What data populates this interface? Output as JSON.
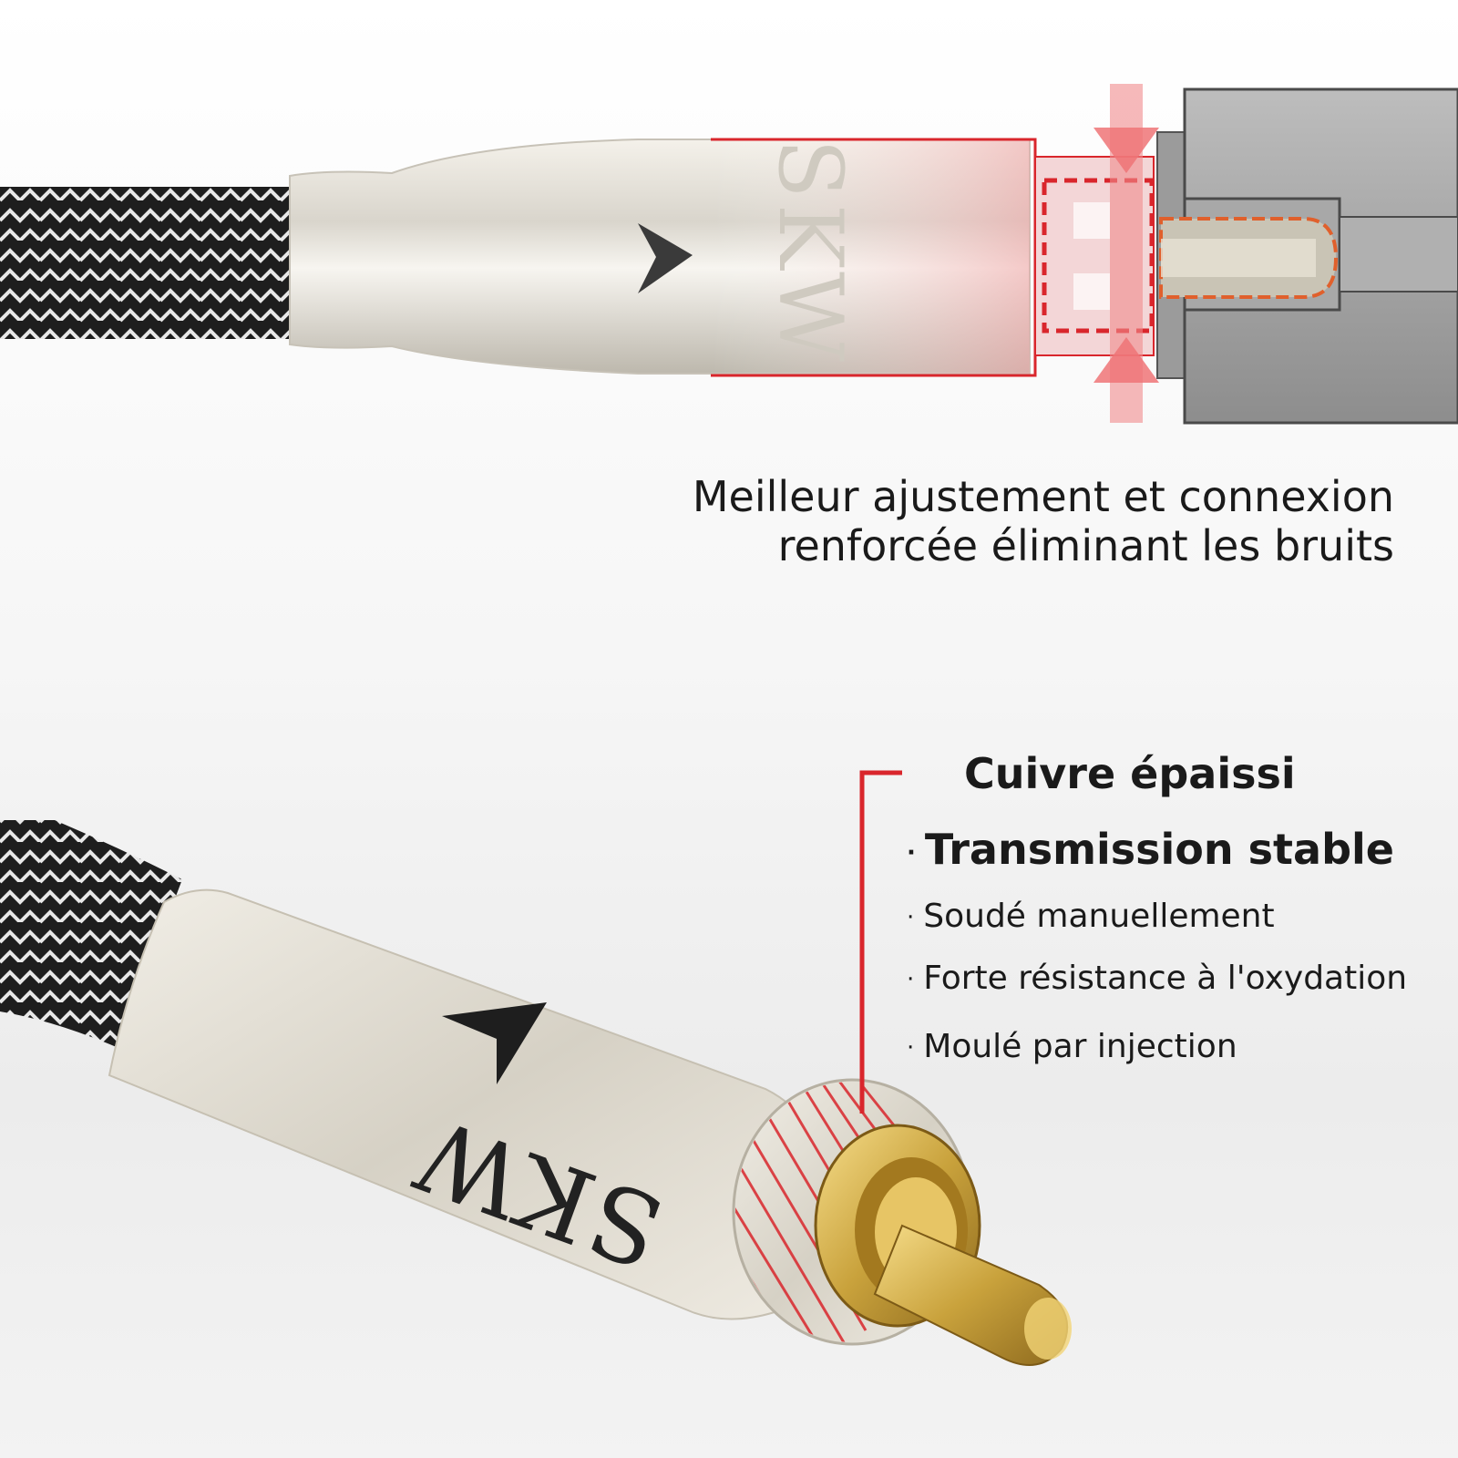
{
  "top_section": {
    "brand_logo": "SKW",
    "caption_line_1": "Meilleur ajustement et connexion",
    "caption_line_2": "renforcée éliminant les bruits"
  },
  "bottom_section": {
    "brand_logo": "SKW",
    "feature_title": "Cuivre épaissi",
    "features": [
      "Transmission stable",
      "Soudé manuellement",
      "Forte résistance à l'oxydation",
      "Moulé par injection"
    ]
  },
  "colors": {
    "accent_red": "#d9262c",
    "braid_dark": "#1e1e1e",
    "braid_light": "#e8e8e8",
    "metal_shell": "#dcd8cf",
    "gold_pin": "#c9a23c",
    "socket_gray": "#9a9a9a"
  }
}
